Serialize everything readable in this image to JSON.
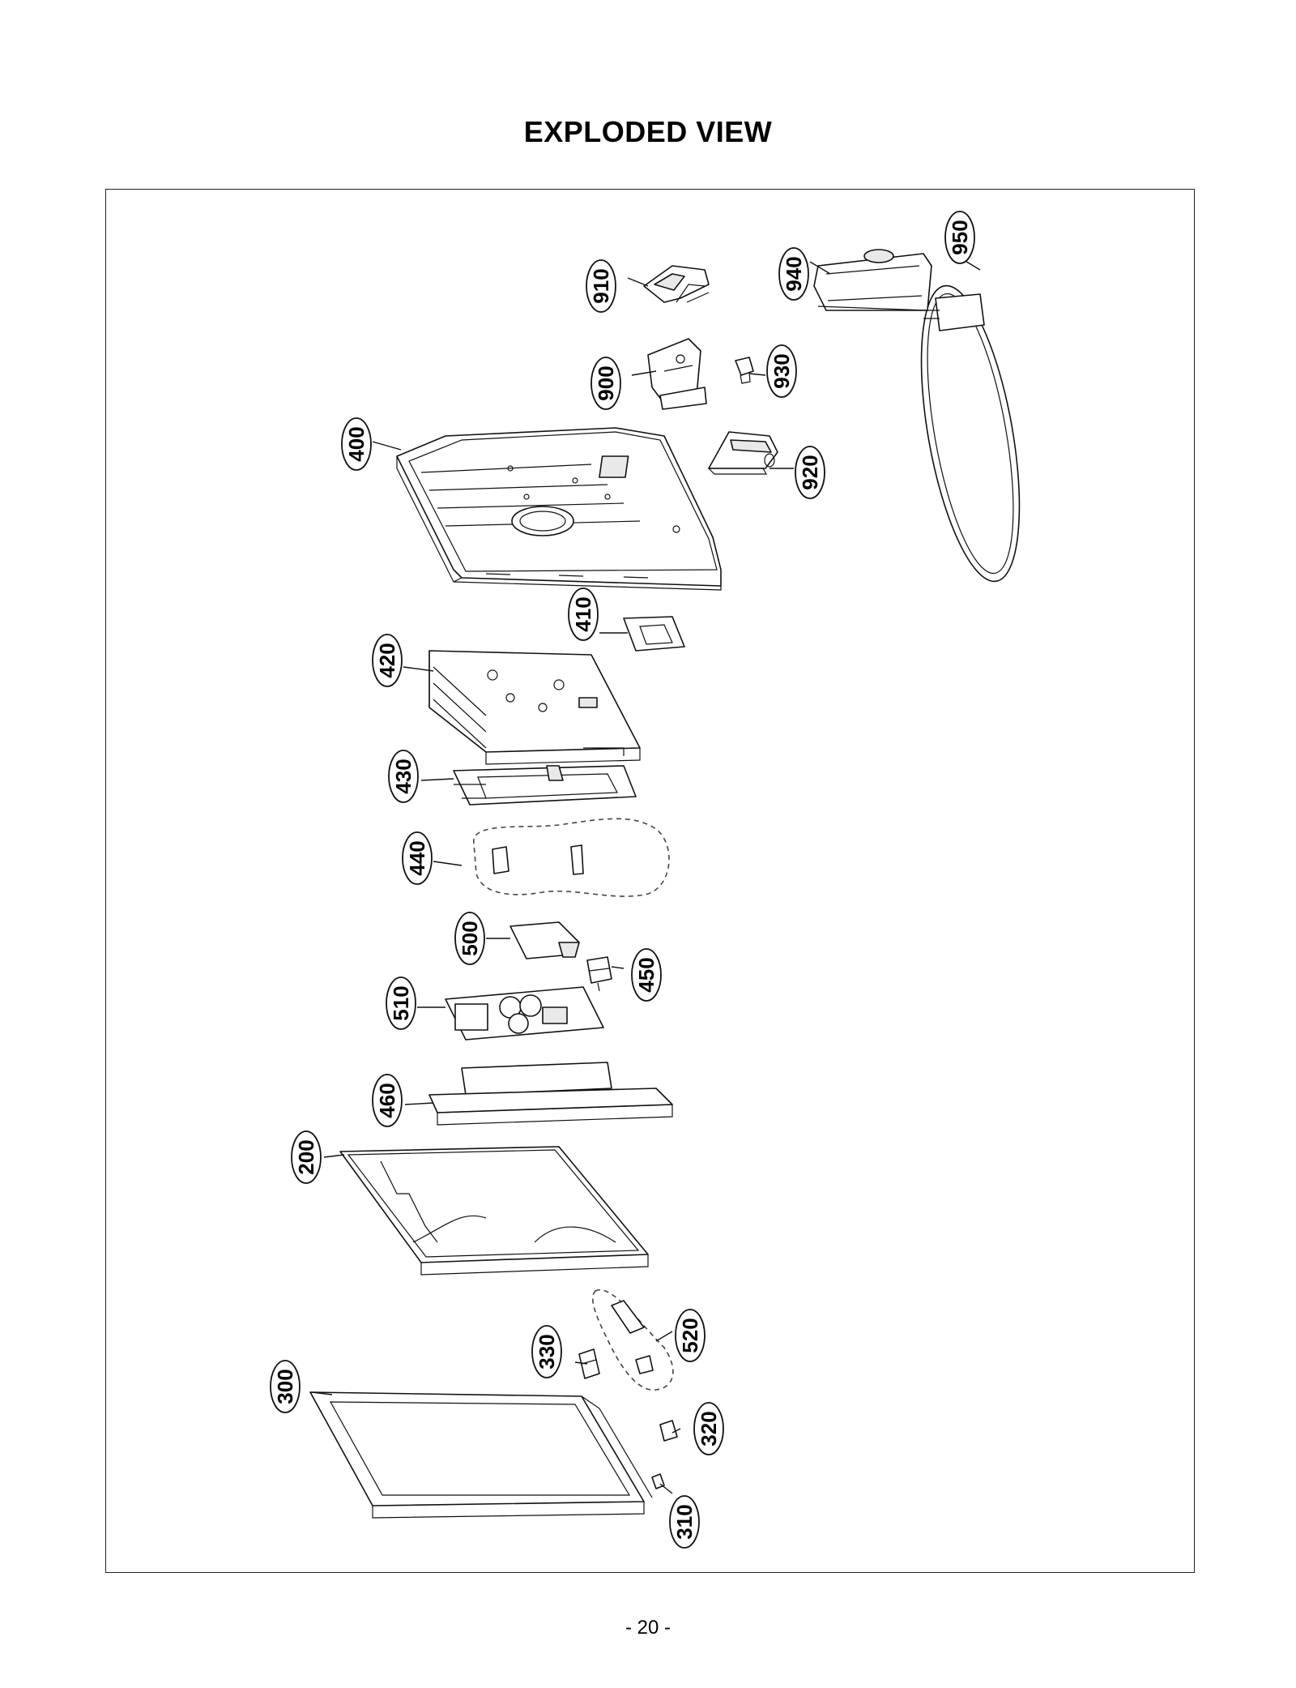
{
  "page": {
    "title": "EXPLODED VIEW",
    "page_number": "- 20 -"
  },
  "callouts": [
    {
      "id": "p950",
      "label": "950"
    },
    {
      "id": "p940",
      "label": "940"
    },
    {
      "id": "p910",
      "label": "910"
    },
    {
      "id": "p900",
      "label": "900"
    },
    {
      "id": "p930",
      "label": "930"
    },
    {
      "id": "p920",
      "label": "920"
    },
    {
      "id": "p400",
      "label": "400"
    },
    {
      "id": "p410",
      "label": "410"
    },
    {
      "id": "p420",
      "label": "420"
    },
    {
      "id": "p430",
      "label": "430"
    },
    {
      "id": "p440",
      "label": "440"
    },
    {
      "id": "p500",
      "label": "500"
    },
    {
      "id": "p450",
      "label": "450"
    },
    {
      "id": "p510",
      "label": "510"
    },
    {
      "id": "p460",
      "label": "460"
    },
    {
      "id": "p200",
      "label": "200"
    },
    {
      "id": "p330",
      "label": "330"
    },
    {
      "id": "p520",
      "label": "520"
    },
    {
      "id": "p300",
      "label": "300"
    },
    {
      "id": "p320",
      "label": "320"
    },
    {
      "id": "p310",
      "label": "310"
    }
  ]
}
